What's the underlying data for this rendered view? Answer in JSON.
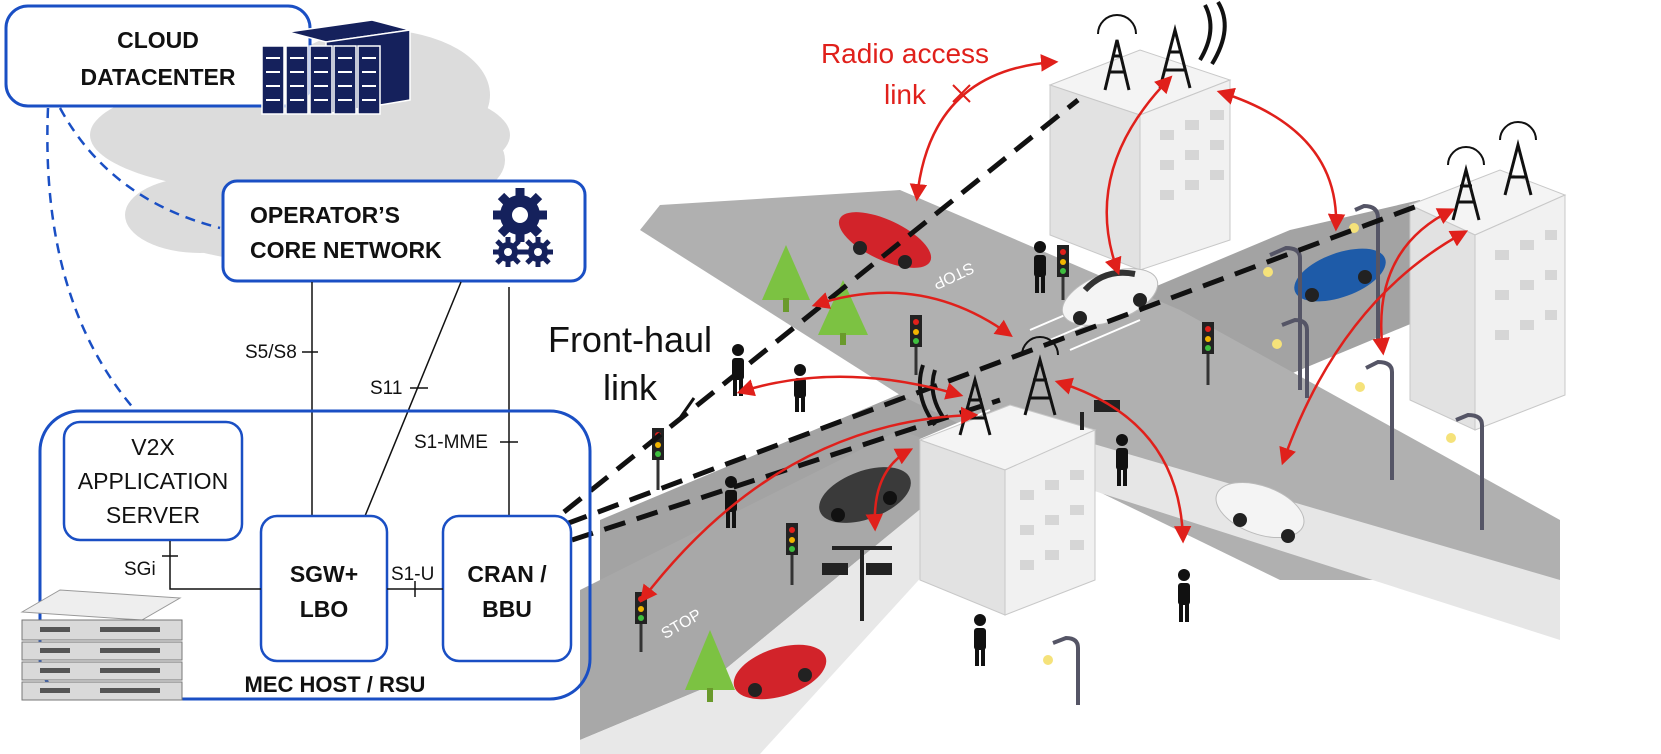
{
  "cloud": {
    "datacenter": [
      "CLOUD",
      "DATACENTER"
    ],
    "core_network": [
      "OPERATOR’S",
      "CORE NETWORK"
    ]
  },
  "mec": {
    "host_label": "MEC HOST / RSU",
    "v2x": [
      "V2X",
      "APPLICATION",
      "SERVER"
    ],
    "sgw": [
      "SGW+",
      "LBO"
    ],
    "cran": [
      "CRAN /",
      "BBU"
    ]
  },
  "interfaces": {
    "s5s8": "S5/S8",
    "s11": "S11",
    "s1mme": "S1-MME",
    "sgi": "SGi",
    "s1u": "S1-U"
  },
  "annotations": {
    "radio": [
      "Radio access",
      "link"
    ],
    "fronthaul": [
      "Front-haul",
      "link"
    ]
  },
  "road": {
    "stop": "STOP"
  },
  "colors": {
    "box_border": "#1a4fc4",
    "cloud_fill": "#dcdcdc",
    "dark_navy": "#15215c",
    "red_link": "#e0201b",
    "dash_black": "#111111",
    "road_gray": "#9a9a9a"
  },
  "icons": [
    "server-rack-icon",
    "gear-icon",
    "cell-tower-icon",
    "car-icon",
    "pedestrian-icon",
    "traffic-light-icon",
    "tree-icon",
    "street-lamp-icon",
    "camera-icon",
    "building-icon"
  ]
}
